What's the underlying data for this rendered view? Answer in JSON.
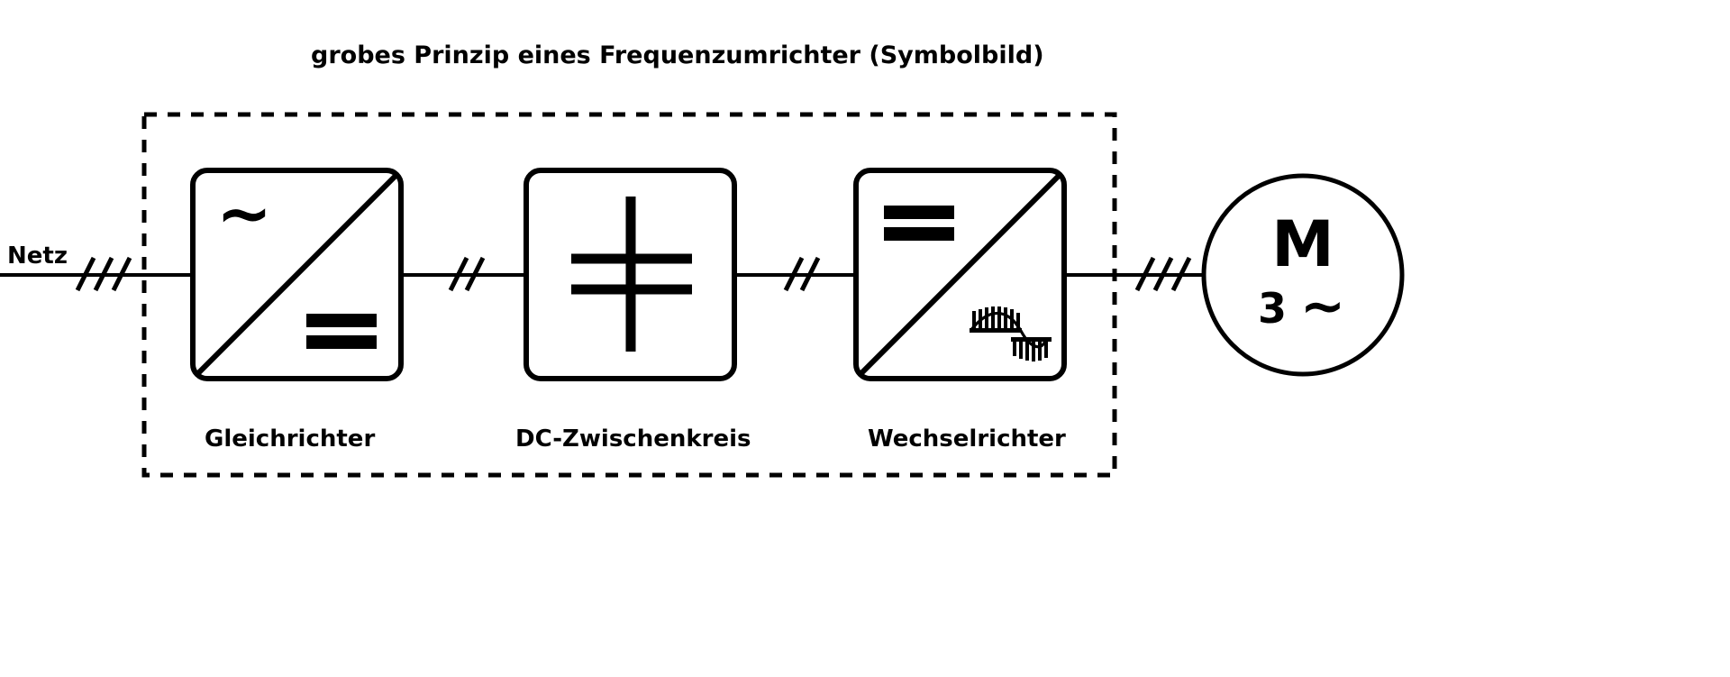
{
  "figure": {
    "title": "grobes Prinzip eines Frequenzumrichter (Symbolbild)",
    "background_color": "#ffffff",
    "line_color": "#000000"
  },
  "source": {
    "label": "Netz",
    "phase_marks": 3
  },
  "enclosure": {
    "style": "dashed",
    "name": "frequenzumrichter-enclosure"
  },
  "blocks": [
    {
      "id": "rectifier",
      "label": "Gleichrichter",
      "input_symbol": "~",
      "output_symbol": "=",
      "divider": "diagonal"
    },
    {
      "id": "dc-link",
      "label": "DC-Zwischenkreis",
      "input_symbol": "capacitor",
      "output_symbol": "capacitor",
      "divider": "none"
    },
    {
      "id": "inverter",
      "label": "Wechselrichter",
      "input_symbol": "=",
      "output_symbol": "pwm-waveform",
      "divider": "diagonal"
    }
  ],
  "connections": [
    {
      "id": "netz-to-rectifier",
      "phase_marks": 3
    },
    {
      "id": "rectifier-to-dclink",
      "phase_marks": 2
    },
    {
      "id": "dclink-to-inverter",
      "phase_marks": 2
    },
    {
      "id": "inverter-to-motor",
      "phase_marks": 3
    }
  ],
  "motor": {
    "id": "motor",
    "letter": "M",
    "phases": "3",
    "current_type": "~"
  }
}
